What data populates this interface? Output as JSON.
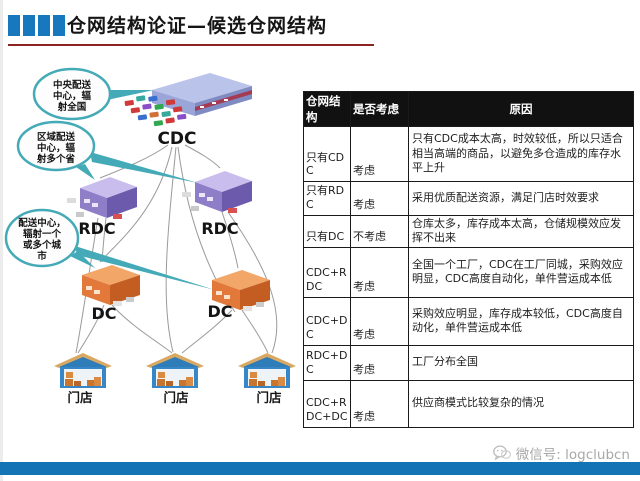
{
  "header": {
    "title": "仓网结构论证—候选仓网结构"
  },
  "diagram": {
    "callouts": [
      {
        "name": "central-dc",
        "lines": [
          "中央配送",
          "中心，辐",
          "射全国",
          ""
        ]
      },
      {
        "name": "regional-dc",
        "lines": [
          "区域配送",
          "中心，辐",
          "射多个省",
          ""
        ]
      },
      {
        "name": "local-dc",
        "lines": [
          "配送中心，",
          "辐射一个",
          "或多个城",
          "市"
        ]
      }
    ],
    "labels": {
      "cdc": "CDC",
      "rdc1": "RDC",
      "rdc2": "RDC",
      "dc1": "DC",
      "dc2": "DC",
      "store1": "门店",
      "store2": "门店",
      "store3": "门店"
    }
  },
  "table": {
    "headers": [
      "仓网结构",
      "是否考虑",
      "原因"
    ],
    "rows": [
      {
        "structure": "只有CDC",
        "considered": "考虑",
        "reason": "只有CDC成本太高，时效较低，所以只适合相当高端的商品，以避免多仓造成的库存水平上升"
      },
      {
        "structure": "只有RDC",
        "considered": "考虑",
        "reason": "采用优质配送资源，满足门店时效要求"
      },
      {
        "structure": "只有DC",
        "considered": "不考虑",
        "reason": "仓库太多，库存成本太高，仓储规模效应发挥不出来"
      },
      {
        "structure": "CDC+RDC",
        "considered": "考虑",
        "reason": "全国一个工厂，CDC在工厂同城，采购效应明显，CDC高度自动化，单件营运成本低"
      },
      {
        "structure": "CDC+DC",
        "considered": "考虑",
        "reason": "采购效应明显，库存成本较低，CDC高度自动化，单件营运成本低"
      },
      {
        "structure": "RDC+DC",
        "considered": "考虑",
        "reason": "工厂分布全国"
      },
      {
        "structure": "CDC+RDC+DC",
        "considered": "考虑",
        "reason": "供应商模式比较复杂的情况"
      }
    ]
  },
  "footer": {
    "wechat": "微信号: logclubcn"
  },
  "colors": {
    "accent_blue": "#1878be",
    "footer_bar_blue": "#1473b5",
    "title_underline_red": "#8b2323",
    "callout_teal": "#45aab8",
    "cdc_building": "#aab5e2",
    "rdc_building": "#8e7ec8",
    "dc_building": "#e2793a",
    "store_blue": "#3787c8",
    "header_row_black": "#111111"
  }
}
